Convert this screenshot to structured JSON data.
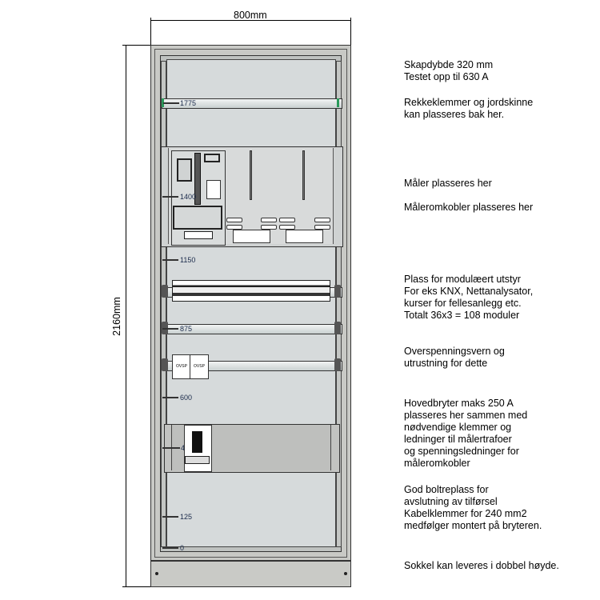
{
  "dimensions": {
    "width_label": "800mm",
    "height_label": "2160mm"
  },
  "height_marks": [
    "1775",
    "1400",
    "1150",
    "875",
    "600",
    "4",
    "125",
    "0"
  ],
  "surge_labels": [
    "OVSP",
    "OVSP"
  ],
  "notes": [
    {
      "lines": [
        "Skapdybde 320 mm",
        "Testet opp til 630 A"
      ]
    },
    {
      "lines": [
        "Rekkeklemmer og jordskinne",
        "kan plasseres bak her."
      ]
    },
    {
      "lines": [
        "Måler plasseres her"
      ]
    },
    {
      "lines": [
        "Måleromkobler plasseres her"
      ]
    },
    {
      "lines": [
        "Plass for modulæert utstyr",
        "For eks KNX, Nettanalysator,",
        "kurser for fellesanlegg etc.",
        "Totalt 36x3 = 108 moduler"
      ]
    },
    {
      "lines": [
        "Overspenningsvern og",
        "utrustning for dette"
      ]
    },
    {
      "lines": [
        "Hovedbryter maks 250 A",
        "plasseres her sammen med",
        "nødvendige klemmer og",
        "ledninger til målertrafoer",
        "og spenningsledninger for",
        "måleromkobler"
      ]
    },
    {
      "lines": [
        "God boltreplass for",
        "avslutning av tilførsel",
        "Kabelklemmer for 240 mm2",
        "medfølger montert på bryteren."
      ]
    },
    {
      "lines": [
        "Sokkel kan leveres i dobbel høyde."
      ]
    }
  ],
  "colors": {
    "cabinet": "#c8c9c5",
    "panel": "#d6dadb",
    "accent_green": "#2a9a5a"
  }
}
